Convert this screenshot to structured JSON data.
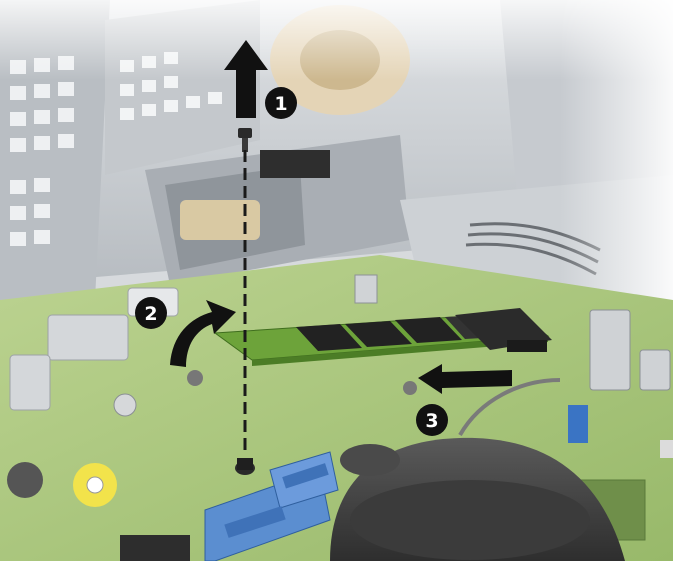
{
  "steps": [
    {
      "label": "1",
      "action": "remove-screw"
    },
    {
      "label": "2",
      "action": "pivot-card-up"
    },
    {
      "label": "3",
      "action": "slide-card-out"
    }
  ],
  "colors": {
    "board": "#a9c47a",
    "chassis": "#c9cdd1",
    "callout": "#111111",
    "sata": "#5b8ed0",
    "ssd": "#2b2b2b"
  },
  "icons": [
    "arrow-up-icon",
    "curved-arrow-icon",
    "arrow-left-icon",
    "screw-icon"
  ]
}
